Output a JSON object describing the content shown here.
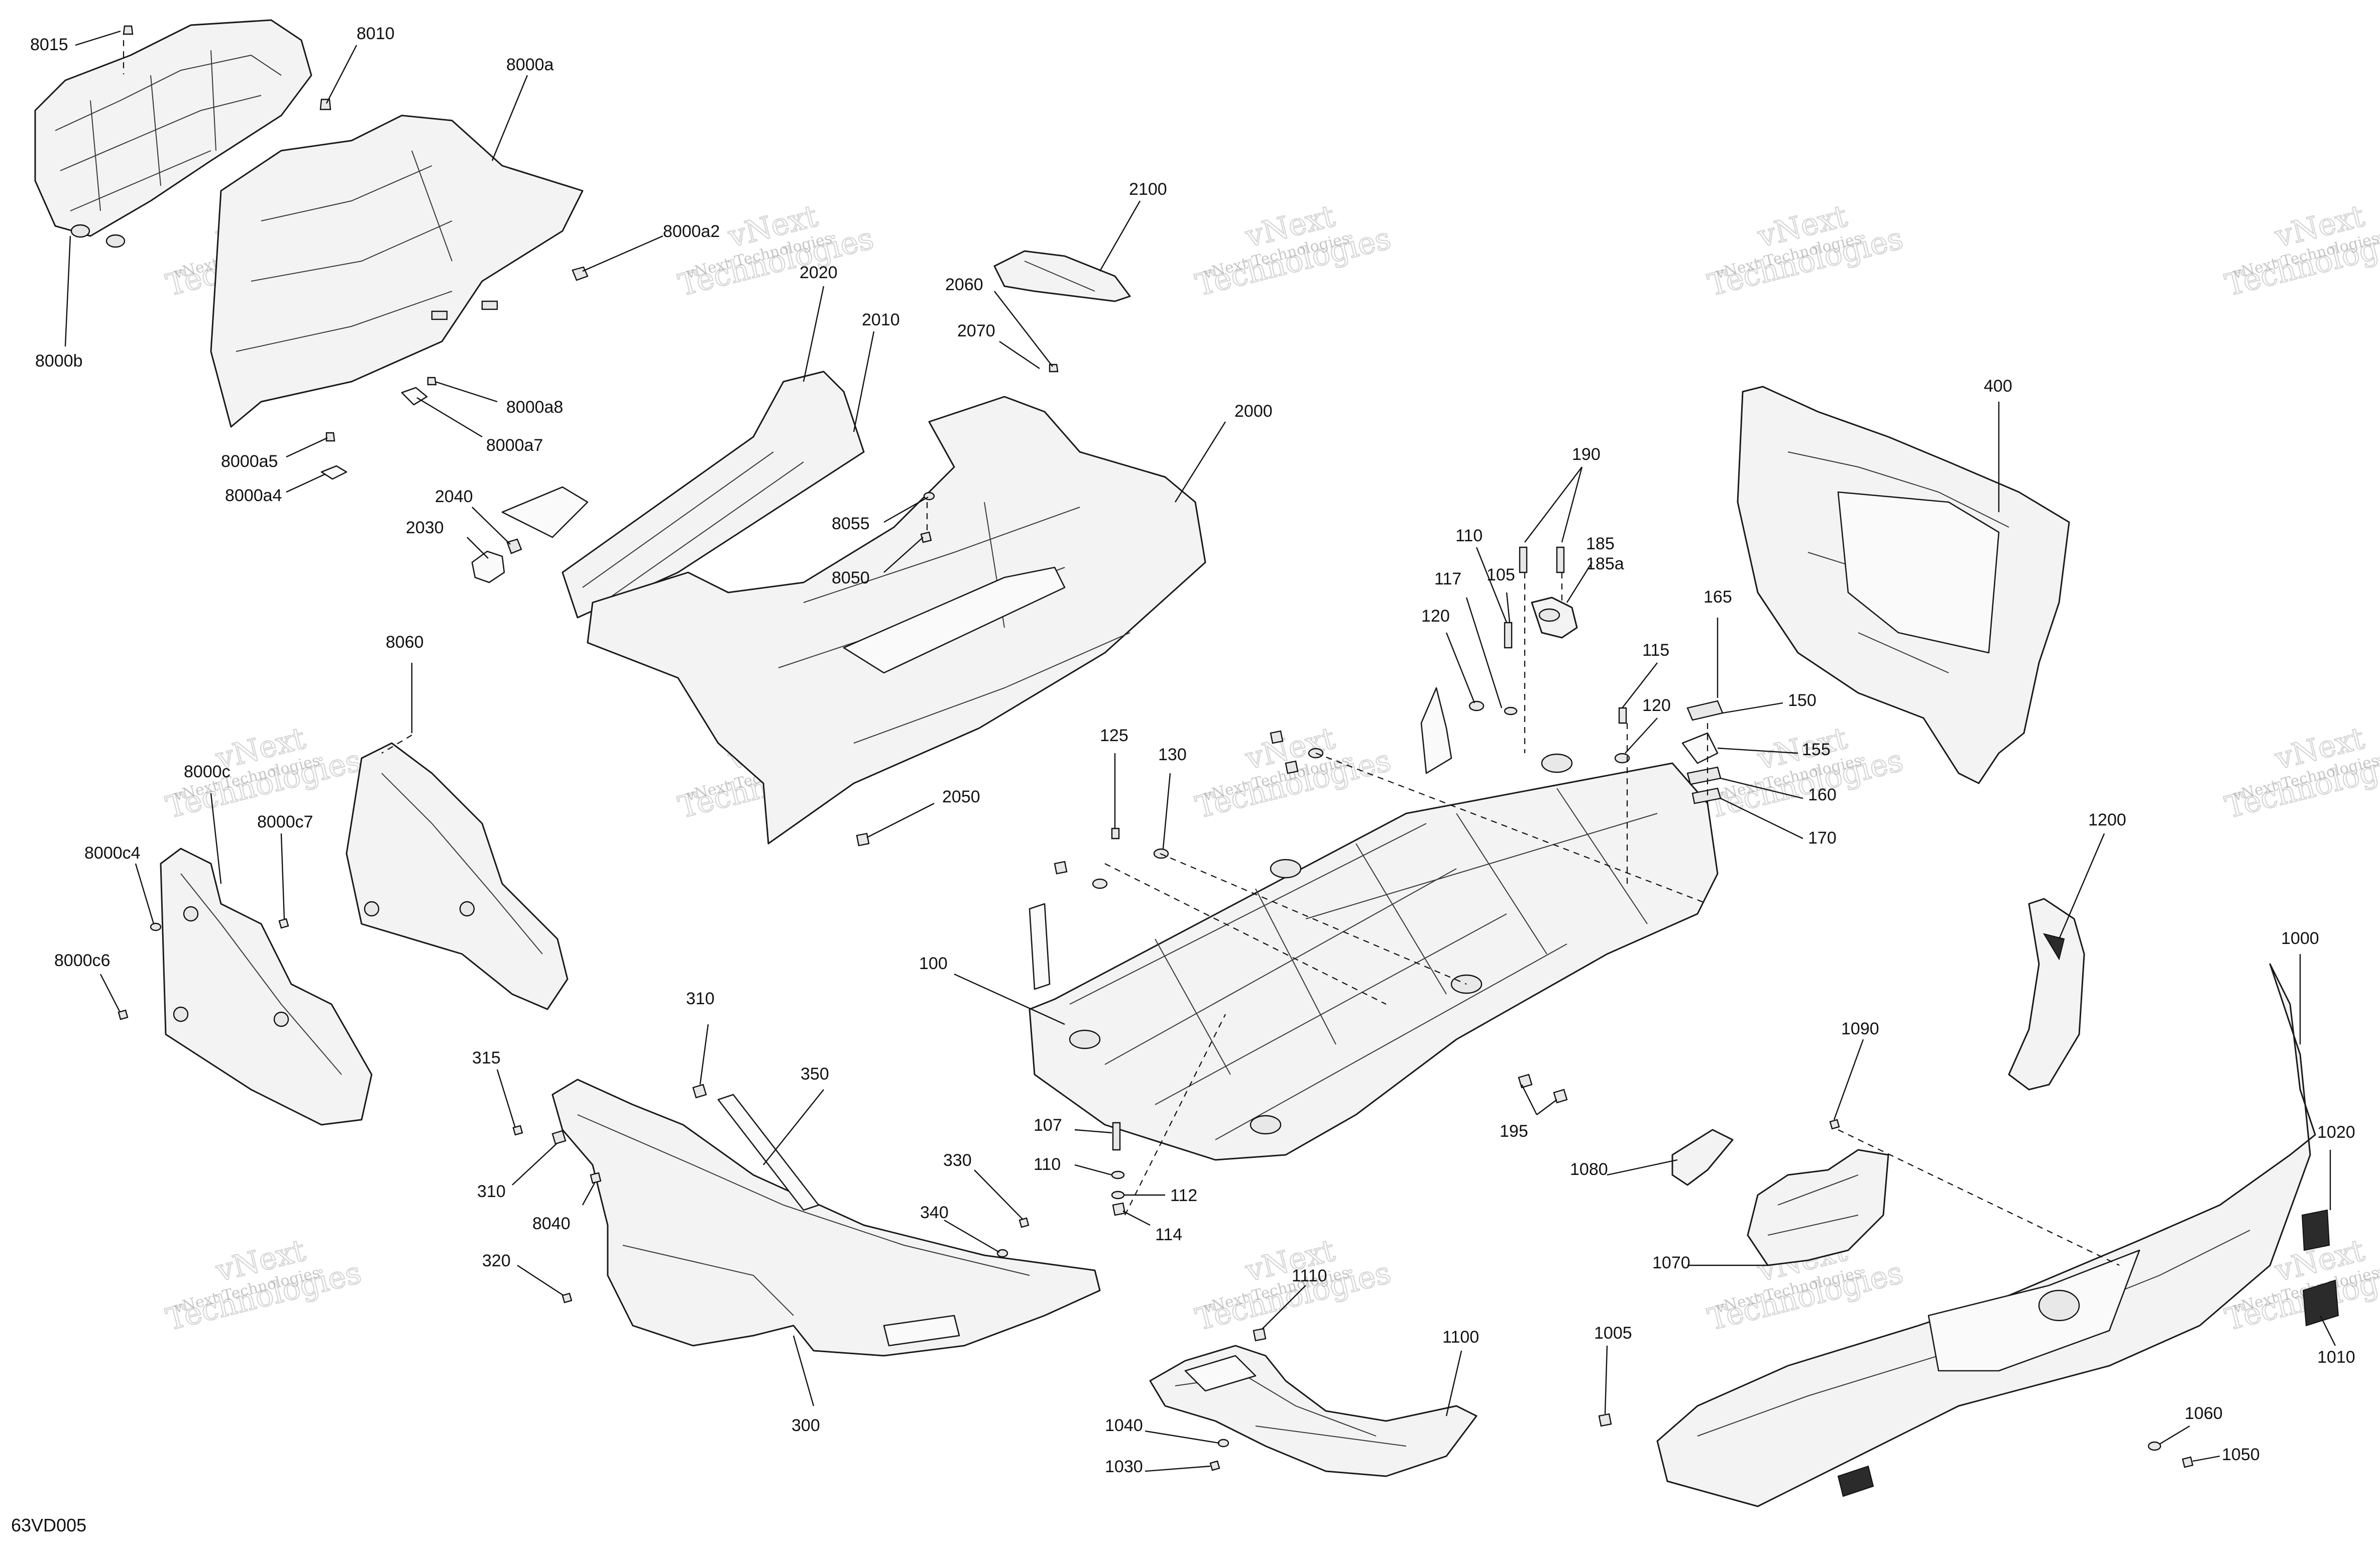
{
  "diagram_code": "63VD005",
  "watermark": {
    "top": "vNext",
    "bottom": "Technologies",
    "line": "vNext Technologies"
  },
  "labels": {
    "p8015": "8015",
    "p8010": "8010",
    "p8000a": "8000a",
    "p8000b": "8000b",
    "p8000a2": "8000a2",
    "p8000a8": "8000a8",
    "p8000a7": "8000a7",
    "p8000a5": "8000a5",
    "p8000a4": "8000a4",
    "p2100": "2100",
    "p2060": "2060",
    "p2070": "2070",
    "p2020": "2020",
    "p2010": "2010",
    "p2000": "2000",
    "p2040": "2040",
    "p2030": "2030",
    "p8055": "8055",
    "p8050": "8050",
    "p2050": "2050",
    "p8060": "8060",
    "p8000c": "8000c",
    "p8000c7": "8000c7",
    "p8000c4": "8000c4",
    "p8000c6": "8000c6",
    "p190": "190",
    "p110a": "110",
    "p185": "185",
    "p185a": "185a",
    "p117": "117",
    "p105": "105",
    "p120a": "120",
    "p115": "115",
    "p120b": "120",
    "p165": "165",
    "p150": "150",
    "p155": "155",
    "p160": "160",
    "p170": "170",
    "p125": "125",
    "p130": "130",
    "p100": "100",
    "p195": "195",
    "p400": "400",
    "p1200": "1200",
    "p1000": "1000",
    "p1090": "1090",
    "p1020": "1020",
    "p1080": "1080",
    "p1070": "1070",
    "p1010": "1010",
    "p1005": "1005",
    "p1060": "1060",
    "p1050": "1050",
    "p310a": "310",
    "p315": "315",
    "p350": "350",
    "p310b": "310",
    "p8040": "8040",
    "p320": "320",
    "p330": "330",
    "p340": "340",
    "p300": "300",
    "p107": "107",
    "p110b": "110",
    "p112": "112",
    "p114": "114",
    "p1110": "1110",
    "p1100": "1100",
    "p1040": "1040",
    "p1030": "1030"
  }
}
